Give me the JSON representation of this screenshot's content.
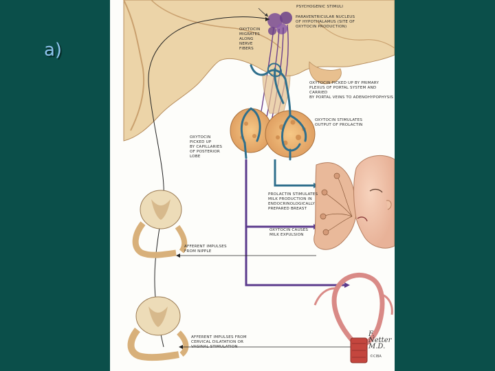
{
  "slide": {
    "label": "a)"
  },
  "figure": {
    "captions": {
      "psychogenic": "PSYCHOGENIC STIMULI",
      "paraventricular": "PARAVENTRICULAR NUCLEUS\nOF HYPOTHALAMUS (SITE OF\nOXYTOCIN PRODUCTION)",
      "oxytocin_migrates": "OXYTOCIN\nMIGRATES\nALONG\nNERVE\nFIBERS",
      "portal_plexus": "OXYTOCIN PICKED UP BY PRIMARY\nPLEXUS OF PORTAL SYSTEM AND CARRIED\nBY PORTAL VEINS TO ADENOHYPOPHYSIS",
      "stimulates_prolactin": "OXYTOCIN STIMULATES\nOUTPUT OF PROLACTIN",
      "posterior_lobe": "OXYTOCIN\nPICKED UP\nBY CAPILLARIES\nOF POSTERIOR\nLOBE",
      "prolactin_milk": "PROLACTIN STIMULATES\nMILK PRODUCTION IN\nENDOCRINOLOGICALLY\nPREPARED BREAST",
      "milk_expulsion": "OXYTOCIN CAUSES\nMILK EXPULSION",
      "afferent_nipple": "AFFERENT IMPULSES\nFROM NIPPLE",
      "afferent_cervical": "AFFERENT IMPULSES FROM\nCERVICAL DILATATION OR\nVAGINAL STIMULATION"
    },
    "signature": "F. Netter\nM.D.",
    "publisher_mark": "©CIBA"
  },
  "colors": {
    "background": "#0b4f4a",
    "label": "#8fc4ee",
    "brain_tissue": "#ecd4a8",
    "neuron_purple": "#6b3f8a",
    "portal_blue": "#2f6f8c",
    "breast": "#e9b99a",
    "uterus": "#d98a86"
  }
}
